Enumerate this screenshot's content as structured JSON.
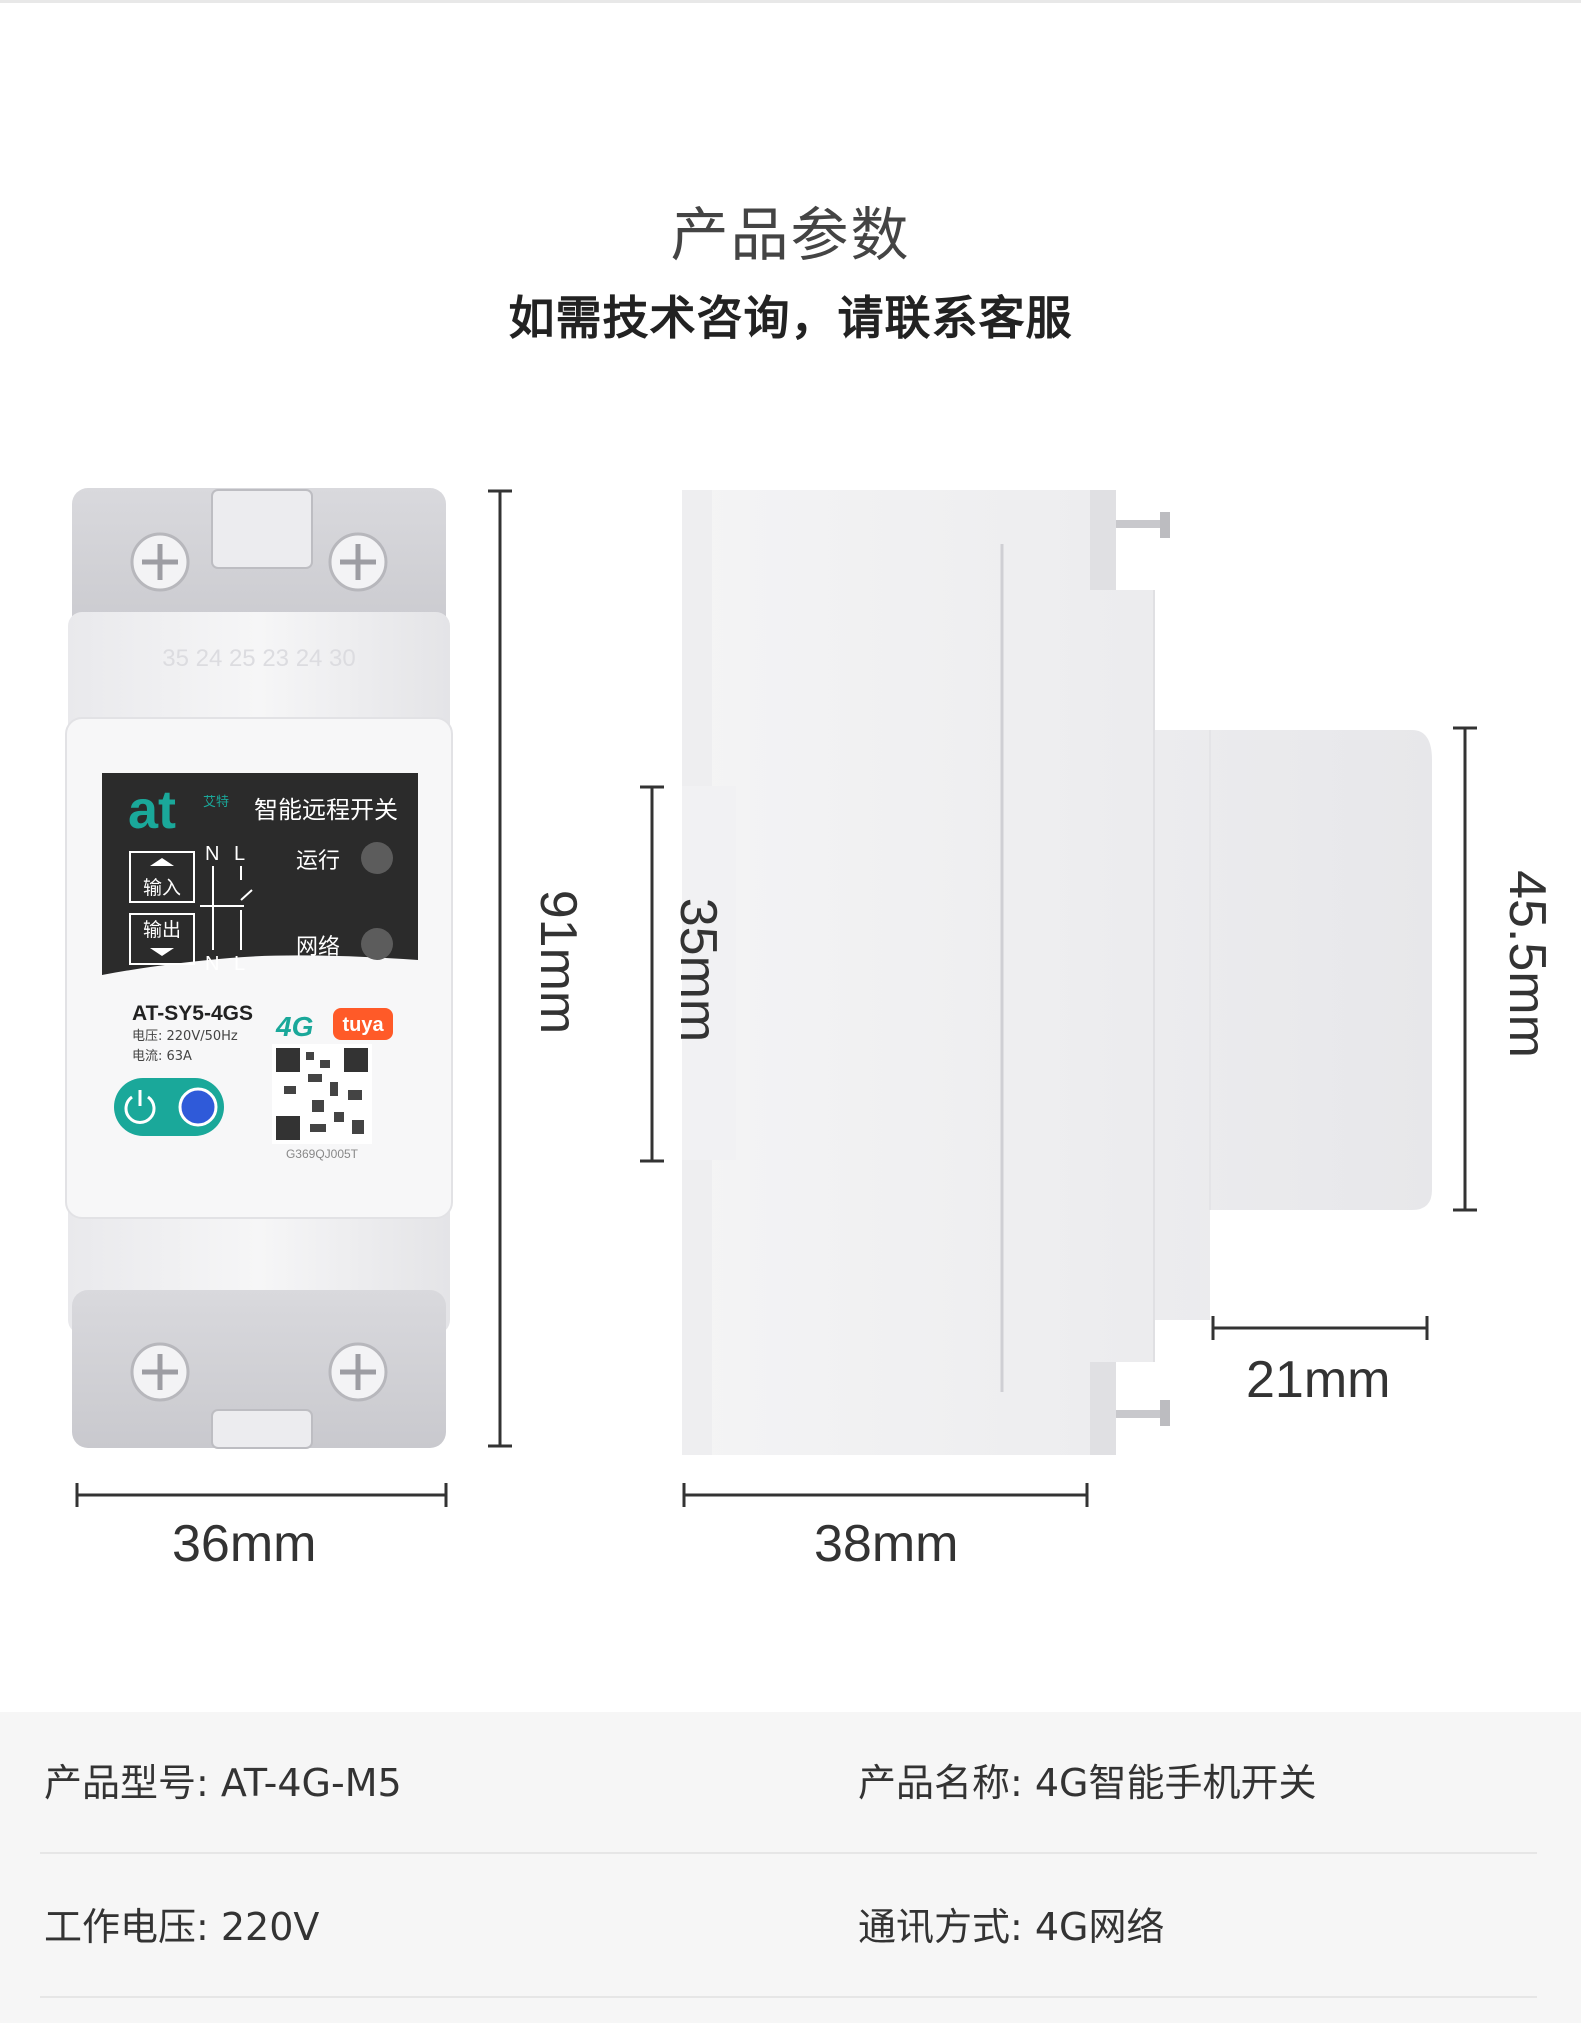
{
  "header": {
    "title": "产品参数",
    "subtitle": "如需技术咨询，请联系客服"
  },
  "device": {
    "brand": "at",
    "brand_sub": "艾特",
    "label_title": "智能远程开关",
    "status_run": "运行",
    "status_network": "网络",
    "terminal_n": "N",
    "terminal_l": "L",
    "input_label": "输入",
    "output_label": "输出",
    "model": "AT-SY5-4GS",
    "voltage": "电压: 220V/50Hz",
    "current": "电流: 63A",
    "badge_4g": "4G",
    "badge_tuya": "tuya",
    "serial": "G369QJ005T",
    "rail_scale": "35 24 25 23 24 30"
  },
  "dimensions": {
    "height": "91mm",
    "width_front": "36mm",
    "depth_side": "38mm",
    "rail": "35mm",
    "front_height": "45.5mm",
    "front_depth": "21mm"
  },
  "specs": {
    "rows": [
      {
        "left": "产品型号: AT-4G-M5",
        "right": "产品名称: 4G智能手机开关"
      },
      {
        "left": "工作电压: 220V",
        "right": "通讯方式: 4G网络"
      }
    ]
  },
  "colors": {
    "accent_green": "#1aa89a",
    "tuya_orange": "#ff5a28",
    "label_dark": "#2b2b2b",
    "button_blue": "#2f5ad9"
  }
}
